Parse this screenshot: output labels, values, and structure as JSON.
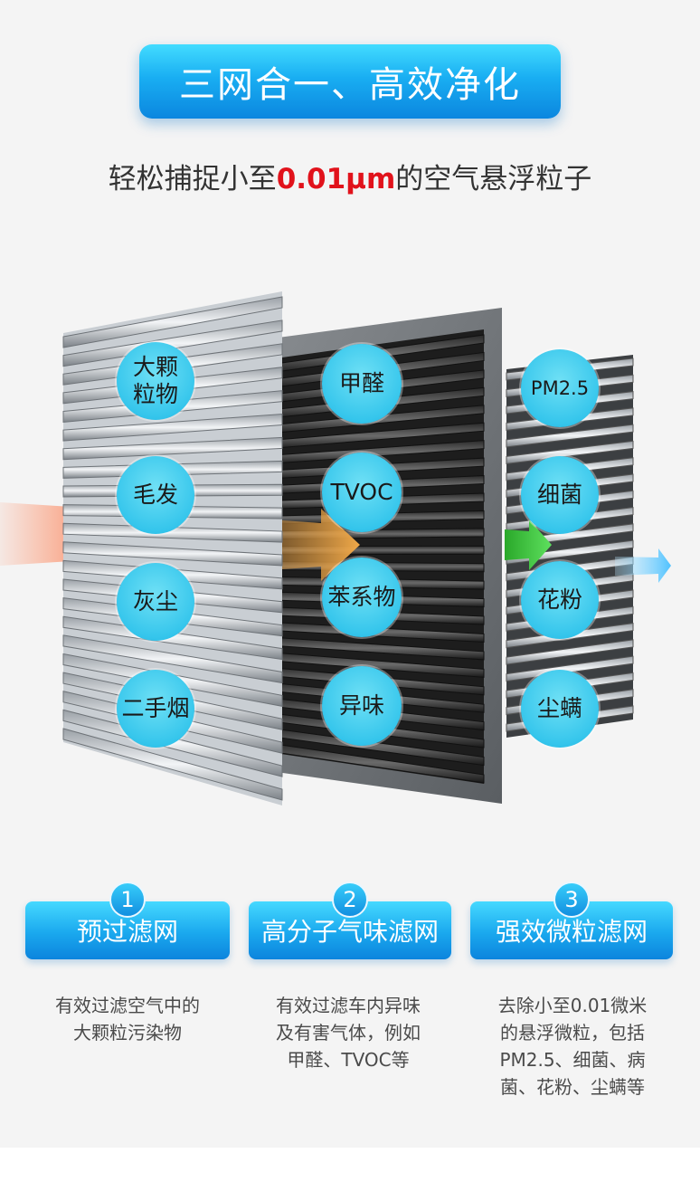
{
  "title": "三网合一、高效净化",
  "subtitle": {
    "prefix": "轻松捕捉小至",
    "highlight": "0.01μm",
    "suffix": "的空气悬浮粒子",
    "highlight_color": "#e1121b"
  },
  "filters": [
    {
      "bubbles": [
        "大颗\n粒物",
        "毛发",
        "灰尘",
        "二手烟"
      ],
      "number": "1",
      "name": "预过滤网",
      "description": [
        "有效过滤空气中的",
        "大颗粒污染物"
      ]
    },
    {
      "bubbles": [
        "甲醛",
        "TVOC",
        "苯系物",
        "异味"
      ],
      "number": "2",
      "name": "高分子气味滤网",
      "description": [
        "有效过滤车内异味",
        "及有害气体，例如",
        "甲醛、TVOC等"
      ]
    },
    {
      "bubbles": [
        "PM2.5",
        "细菌",
        "花粉",
        "尘螨"
      ],
      "number": "3",
      "name": "强效微粒滤网",
      "description": [
        "去除小至0.01微米",
        "的悬浮微粒，包括",
        "PM2.5、细菌、病",
        "菌、花粉、尘螨等"
      ]
    }
  ],
  "colors": {
    "accent_blue": "#19aef2",
    "arrow_in": "#ff7a4a",
    "arrow_mid": "#e8a040",
    "arrow_green": "#3cc83c",
    "arrow_out": "#7fd4ff"
  }
}
